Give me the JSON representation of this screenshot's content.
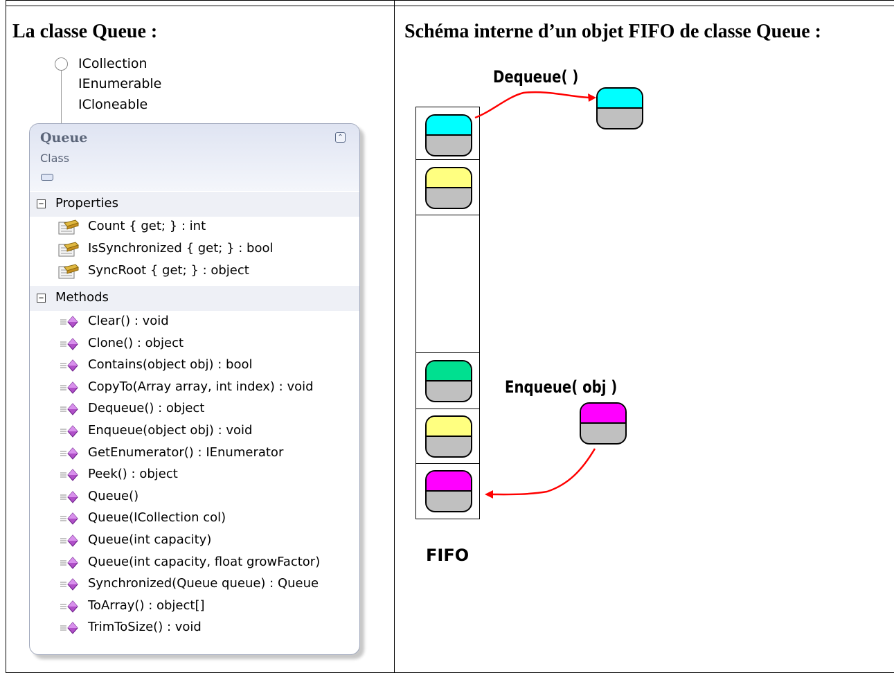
{
  "left_heading": "La classe Queue :",
  "right_heading": "Schéma interne d’un objet FIFO de classe Queue :",
  "class_diagram": {
    "interfaces": [
      "ICollection",
      "IEnumerable",
      "ICloneable"
    ],
    "name": "Queue",
    "kind": "Class",
    "properties_label": "Properties",
    "properties": [
      "Count { get; } : int",
      "IsSynchronized { get; } : bool",
      "SyncRoot { get; } : object"
    ],
    "methods_label": "Methods",
    "methods": [
      "Clear() : void",
      "Clone() : object",
      "Contains(object obj) : bool",
      "CopyTo(Array array, int index) : void",
      "Dequeue() : object",
      "Enqueue(object obj) : void",
      "GetEnumerator() : IEnumerator",
      "Peek() : object",
      "Queue()",
      "Queue(ICollection col)",
      "Queue(int capacity)",
      "Queue(int capacity, float growFactor)",
      "Synchronized(Queue queue) : Queue",
      "ToArray() : object[]",
      "TrimToSize() : void"
    ]
  },
  "fifo_diagram": {
    "dequeue_label": "Dequeue( )",
    "enqueue_label": "Enqueue( obj )",
    "fifo_label": "FIFO",
    "arrow_color": "#ff0000",
    "item_colors": {
      "cyan": "#00ffff",
      "yellow": "#ffff80",
      "green": "#00e090",
      "magenta": "#ff00ff",
      "bottom": "#c0c0c0"
    }
  },
  "icons": {
    "property": "property-icon",
    "method": "method-icon",
    "interface": "interface-lollipop-icon",
    "collapse": "double-chevron-up-icon",
    "section_toggle": "minus-box-icon"
  }
}
